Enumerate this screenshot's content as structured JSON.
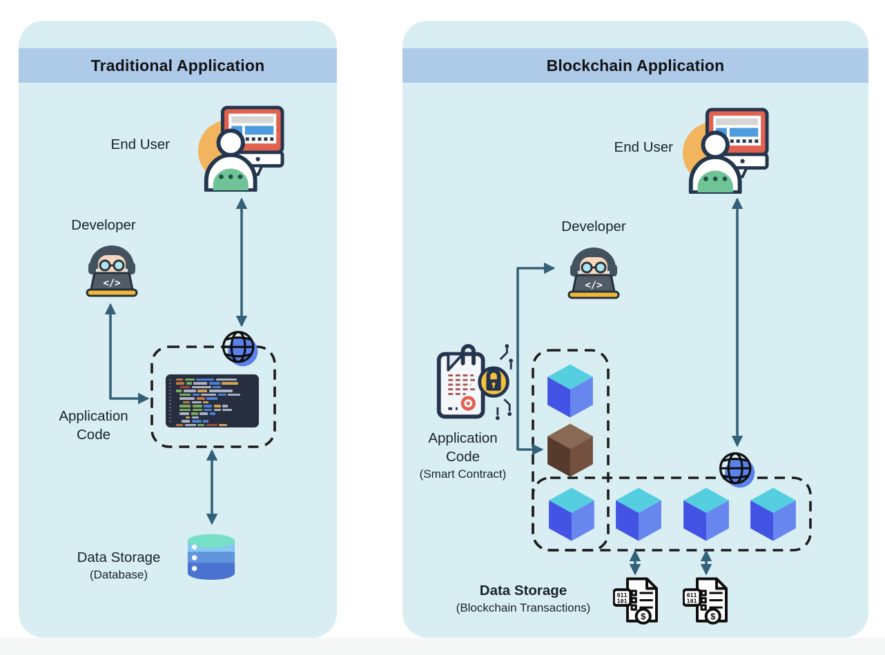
{
  "panels": {
    "traditional": {
      "title": "Traditional Application",
      "end_user": "End User",
      "developer": "Developer",
      "app_code_line1": "Application",
      "app_code_line2": "Code",
      "storage_line1": "Data Storage",
      "storage_line2": "(Database)"
    },
    "blockchain": {
      "title": "Blockchain Application",
      "end_user": "End User",
      "developer": "Developer",
      "app_code_line1": "Application",
      "app_code_line2": "Code",
      "app_code_sub": "(Smart Contract)",
      "storage_line1": "Data Storage",
      "storage_line2": "(Blockchain Transactions)"
    }
  },
  "glyphs": {
    "dev_laptop": "</>",
    "binary_top": "011",
    "binary_bottom": "101",
    "dollar": "$"
  },
  "icons": {
    "end_user": "person-at-computer-icon",
    "developer": "developer-at-laptop-icon",
    "globe": "globe-icon",
    "database": "database-icon",
    "code_editor": "code-editor-icon",
    "smart_contract": "smart-contract-document-icon",
    "cube_blue": "blockchain-block-cube-icon",
    "cube_brown": "blockchain-block-cube-brown-icon",
    "transaction": "transaction-file-icon"
  },
  "colors": {
    "panel_bg": "#d9eef2",
    "header_bg": "#adcae9",
    "arrow": "#336179",
    "dashed_border": "#1c1c1c",
    "cube_blue_top": "#55cfe0",
    "cube_blue_left": "#4353e4",
    "cube_blue_right": "#6787ef",
    "cube_brown_top": "#8a6955",
    "accent_orange": "#f2b45c",
    "accent_red": "#e2614f",
    "accent_green": "#6fc497",
    "globe_blue": "#5b82ea",
    "db_teal": "#76e0c6",
    "db_blue_light": "#86c8ef",
    "db_blue_mid": "#6095dc",
    "db_blue_dark": "#4a72d0"
  },
  "code_editor": {
    "palette": {
      "o": "#c07a45",
      "y": "#cfa353",
      "g": "#7aab5a",
      "b": "#4f7fd0",
      "w": "#aab2c0",
      "r": "#9c4a42"
    },
    "rows": [
      {
        "indent": 0,
        "segs": [
          [
            10,
            "o"
          ],
          [
            14,
            "g"
          ],
          [
            26,
            "b"
          ],
          [
            30,
            "w"
          ]
        ]
      },
      {
        "indent": 0,
        "segs": [
          [
            12,
            "o"
          ],
          [
            8,
            "g"
          ],
          [
            20,
            "w"
          ],
          [
            16,
            "b"
          ],
          [
            24,
            "y"
          ]
        ]
      },
      {
        "indent": 6,
        "segs": [
          [
            14,
            "r"
          ],
          [
            28,
            "w"
          ],
          [
            12,
            "b"
          ]
        ]
      },
      {
        "indent": 0,
        "segs": [
          [
            8,
            "g"
          ],
          [
            18,
            "w"
          ],
          [
            14,
            "y"
          ],
          [
            34,
            "w"
          ]
        ]
      },
      {
        "indent": 5,
        "segs": [
          [
            16,
            "g"
          ],
          [
            10,
            "b"
          ],
          [
            22,
            "w"
          ],
          [
            12,
            "b"
          ],
          [
            18,
            "w"
          ]
        ]
      },
      {
        "indent": 5,
        "segs": [
          [
            22,
            "w"
          ],
          [
            12,
            "o"
          ],
          [
            16,
            "b"
          ]
        ]
      },
      {
        "indent": 10,
        "segs": [
          [
            10,
            "o"
          ],
          [
            14,
            "w"
          ],
          [
            8,
            "y"
          ]
        ]
      },
      {
        "indent": 5,
        "segs": [
          [
            16,
            "g"
          ],
          [
            14,
            "g"
          ],
          [
            12,
            "b"
          ],
          [
            10,
            "y"
          ],
          [
            8,
            "w"
          ]
        ]
      },
      {
        "indent": 5,
        "segs": [
          [
            16,
            "g"
          ],
          [
            14,
            "g"
          ],
          [
            12,
            "b"
          ],
          [
            10,
            "w"
          ],
          [
            14,
            "w"
          ]
        ]
      },
      {
        "indent": 5,
        "segs": [
          [
            14,
            "w"
          ],
          [
            10,
            "g"
          ],
          [
            12,
            "w"
          ],
          [
            8,
            "b"
          ]
        ]
      },
      {
        "indent": 14,
        "segs": [
          [
            6,
            "y"
          ],
          [
            10,
            "w"
          ]
        ]
      },
      {
        "indent": 8,
        "segs": [
          [
            12,
            "w"
          ],
          [
            14,
            "b"
          ],
          [
            8,
            "b"
          ]
        ]
      },
      {
        "indent": 0,
        "segs": [
          [
            10,
            "o"
          ],
          [
            16,
            "w"
          ],
          [
            10,
            "g"
          ],
          [
            16,
            "r"
          ],
          [
            12,
            "y"
          ]
        ]
      }
    ]
  }
}
